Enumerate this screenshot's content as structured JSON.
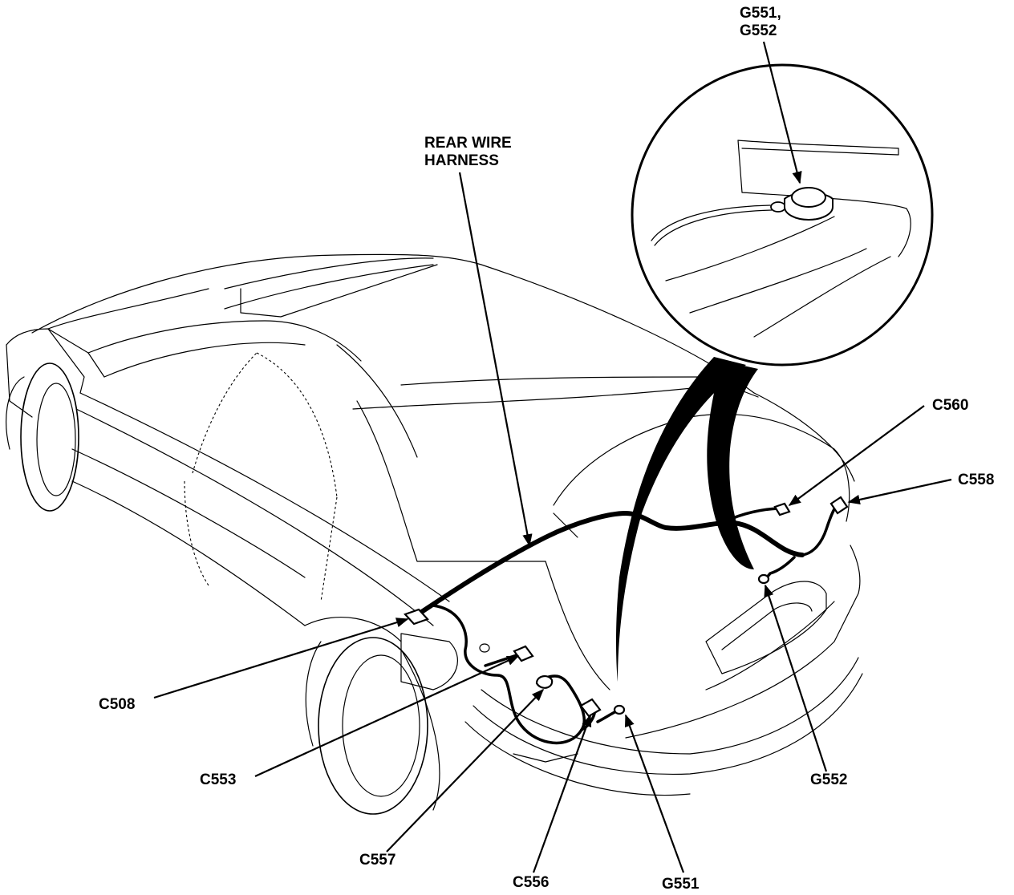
{
  "callouts": {
    "ground_detail": "G551,\nG552",
    "rear_wire_harness": "REAR WIRE\nHARNESS",
    "c560": "C560",
    "c558": "C558",
    "c508": "C508",
    "c553": "C553",
    "c557": "C557",
    "c556": "C556",
    "g551": "G551",
    "g552": "G552"
  }
}
